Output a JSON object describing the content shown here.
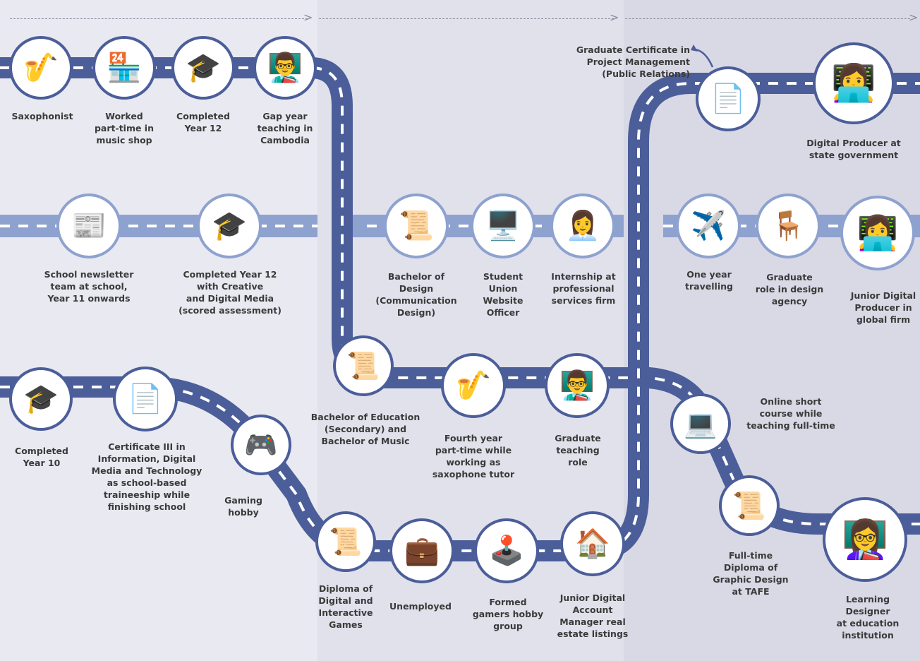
{
  "colors": {
    "panel1": "#e9e9f1",
    "panel2": "#e1e1ec",
    "panel3": "#d9d9e6",
    "road_dark": "#4b5e9a",
    "road_light": "#8ea2cf",
    "dash": "#ffffff",
    "text": "#3a3a3a"
  },
  "milestones": {
    "saxophonist": {
      "label": "Saxophonist",
      "icon": "🎷",
      "icon_name": "saxophone-player-icon"
    },
    "music_shop": {
      "label": "Worked\npart-time in\nmusic shop",
      "icon": "🏪",
      "icon_name": "shop-icon"
    },
    "year12_top": {
      "label": "Completed\nYear 12",
      "icon": "🎓",
      "icon_name": "graduation-book-icon"
    },
    "gap_year": {
      "label": "Gap year\nteaching in\nCambodia",
      "icon": "👨‍🏫",
      "icon_name": "teaching-chalkboard-icon"
    },
    "newsletter": {
      "label": "School newsletter\nteam at school,\nYear 11 onwards",
      "icon": "📰",
      "icon_name": "newsletter-envelope-icon"
    },
    "year12_creative": {
      "label": "Completed Year 12\nwith Creative\nand Digital Media\n(scored assessment)",
      "icon": "🎓",
      "icon_name": "graduation-book-icon"
    },
    "bachelor_design": {
      "label": "Bachelor of\nDesign\n(Communication\nDesign)",
      "icon": "📜",
      "icon_name": "diploma-scroll-icon"
    },
    "union_officer": {
      "label": "Student\nUnion\nWebsite\nOfficer",
      "icon": "🖥️",
      "icon_name": "website-screen-icon"
    },
    "internship": {
      "label": "Internship at\nprofessional\nservices firm",
      "icon": "👩‍💼",
      "icon_name": "office-worker-icon"
    },
    "grad_cert": {
      "label": "Graduate Certificate in\nProject Management\n(Public Relations)",
      "icon": "📄",
      "icon_name": "certificate-icon"
    },
    "digital_producer": {
      "label": "Digital Producer at\nstate government",
      "icon": "👩‍💻",
      "icon_name": "producer-desk-icon"
    },
    "travelling": {
      "label": "One year\ntravelling",
      "icon": "✈️",
      "icon_name": "plane-globe-icon"
    },
    "grad_design": {
      "label": "Graduate\nrole in design\nagency",
      "icon": "🪑",
      "icon_name": "design-desk-icon"
    },
    "junior_producer": {
      "label": "Junior Digital\nProducer in\nglobal firm",
      "icon": "👩‍💻",
      "icon_name": "laptop-worker-icon"
    },
    "year10": {
      "label": "Completed\nYear 10",
      "icon": "🎓",
      "icon_name": "graduation-book-icon"
    },
    "cert3": {
      "label": "Certificate III in\nInformation, Digital\nMedia and Technology\nas school-based\ntraineeship while\nfinishing school",
      "icon": "📄",
      "icon_name": "certificate-icon"
    },
    "gaming": {
      "label": "Gaming\nhobby",
      "icon": "🎮",
      "icon_name": "game-controller-icon"
    },
    "bachelor_edu": {
      "label": "Bachelor of Education\n(Secondary) and\nBachelor of Music",
      "icon": "📜",
      "icon_name": "music-diploma-icon"
    },
    "fourth_year": {
      "label": "Fourth year\npart-time while\nworking as\nsaxophone tutor",
      "icon": "🎷",
      "icon_name": "saxophone-tutor-icon"
    },
    "grad_teaching": {
      "label": "Graduate\nteaching\nrole",
      "icon": "👨‍🏫",
      "icon_name": "teaching-chalkboard-icon"
    },
    "online_course": {
      "label": "Online short\ncourse while\nteaching full-time",
      "icon": "💻",
      "icon_name": "online-course-monitor-icon"
    },
    "diploma_games": {
      "label": "Diploma of\nDigital and\nInteractive\nGames",
      "icon": "📜",
      "icon_name": "diploma-scroll-icon"
    },
    "unemployed": {
      "label": "Unemployed",
      "icon": "💼",
      "icon_name": "briefcase-person-icon"
    },
    "gamers_group": {
      "label": "Formed\ngamers hobby\ngroup",
      "icon": "🕹️",
      "icon_name": "gamers-group-icon"
    },
    "junior_account": {
      "label": "Junior Digital\nAccount\nManager real\nestate listings",
      "icon": "🏠",
      "icon_name": "real-estate-listings-icon"
    },
    "diploma_tafe": {
      "label": "Full-time\nDiploma of\nGraphic Design\nat TAFE",
      "icon": "📜",
      "icon_name": "diploma-scroll-icon"
    },
    "learning_designer": {
      "label": "Learning\nDesigner\nat education\ninstitution",
      "icon": "👩‍🏫",
      "icon_name": "learning-designer-desk-icon"
    }
  }
}
